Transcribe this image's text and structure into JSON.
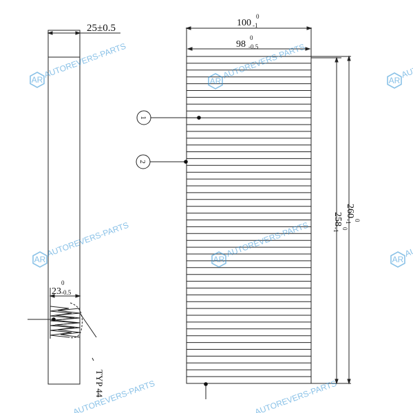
{
  "side_view": {
    "width_dim": "25±0.5",
    "inner_dim_nominal": "23",
    "inner_dim_upper": "0",
    "inner_dim_lower": "-0.5",
    "note": "TYP 44"
  },
  "front_view": {
    "outer_width_nominal": "100",
    "outer_width_upper": "0",
    "outer_width_lower": "-1",
    "inner_width_nominal": "98",
    "inner_width_upper": "0",
    "inner_width_lower": "-0.5",
    "inner_height_nominal": "258",
    "inner_height_upper": "0",
    "inner_height_lower": "-1",
    "outer_height_nominal": "260",
    "outer_height_upper": "0",
    "outer_height_lower": "-1",
    "pleat_count": 48
  },
  "balloons": [
    {
      "label": "1"
    },
    {
      "label": "2"
    }
  ],
  "watermark": {
    "text": "AUTOREVERS-PARTS",
    "logo": "AR",
    "color": "#2a8fd4"
  }
}
